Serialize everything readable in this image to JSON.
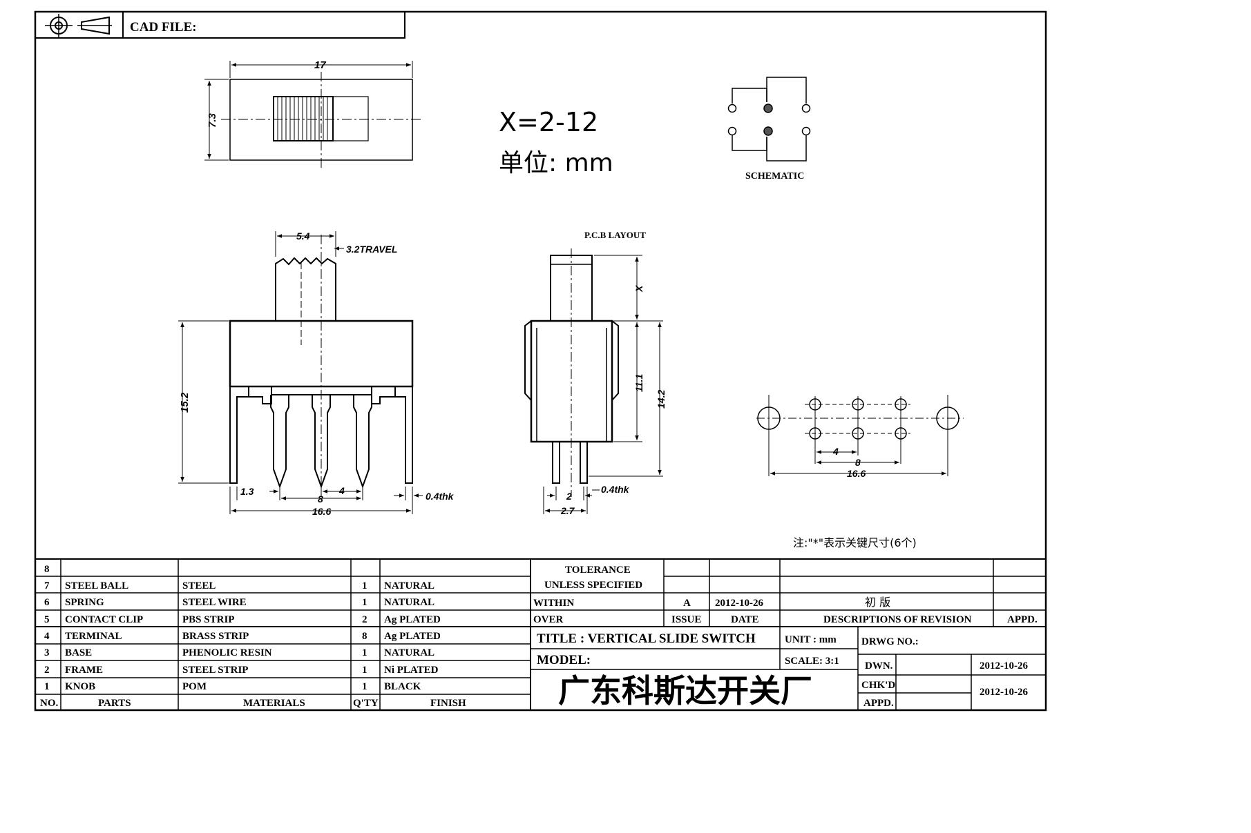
{
  "header": {
    "cad_label": "CAD FILE:"
  },
  "top_view": {
    "width_dim": "17",
    "height_dim": "7.3"
  },
  "spec": {
    "x_range": "X=2-12",
    "unit_note": "单位: mm"
  },
  "schematic": {
    "label": "SCHEMATIC"
  },
  "front_view": {
    "stroke_width": "5.4",
    "travel": "3.2TRAVEL",
    "height": "15.2",
    "pin_offset": "1.3",
    "pitch_2": "8",
    "pitch_1": "4",
    "thickness": "0.4thk",
    "overall_width": "16.6"
  },
  "side_view": {
    "title": "P.C.B LAYOUT",
    "x_dim": "X",
    "body_height": "11.1",
    "overall_height": "14.2",
    "pin_spacing": "2",
    "thickness": "0.4thk",
    "base_width": "2.7"
  },
  "pcb_layout": {
    "pitch_1": "4",
    "pitch_2": "8",
    "overall_width": "16.6"
  },
  "footnote": "注:\"*\"表示关键尺寸(6个)",
  "bom": {
    "header": {
      "no": "NO.",
      "parts": "PARTS",
      "materials": "MATERIALS",
      "qty": "Q'TY",
      "finish": "FINISH"
    },
    "rows": [
      {
        "no": "8",
        "part": "",
        "material": "",
        "qty": "",
        "finish": ""
      },
      {
        "no": "7",
        "part": "STEEL BALL",
        "material": "STEEL",
        "qty": "1",
        "finish": "NATURAL"
      },
      {
        "no": "6",
        "part": "SPRING",
        "material": "STEEL WIRE",
        "qty": "1",
        "finish": "NATURAL"
      },
      {
        "no": "5",
        "part": "CONTACT CLIP",
        "material": "PBS STRIP",
        "qty": "2",
        "finish": "Ag PLATED"
      },
      {
        "no": "4",
        "part": "TERMINAL",
        "material": "BRASS STRIP",
        "qty": "8",
        "finish": "Ag PLATED"
      },
      {
        "no": "3",
        "part": "BASE",
        "material": "PHENOLIC RESIN",
        "qty": "1",
        "finish": "NATURAL"
      },
      {
        "no": "2",
        "part": "FRAME",
        "material": "STEEL STRIP",
        "qty": "1",
        "finish": "Ni PLATED"
      },
      {
        "no": "1",
        "part": "KNOB",
        "material": "POM",
        "qty": "1",
        "finish": "BLACK"
      }
    ]
  },
  "tolerance": {
    "line1": "TOLERANCE",
    "line2": "UNLESS SPECIFIED",
    "within": "WITHIN",
    "over": "OVER"
  },
  "revision": {
    "issue": "A",
    "date": "2012-10-26",
    "description": "初 版",
    "issue_label": "ISSUE",
    "date_label": "DATE",
    "desc_label": "DESCRIPTIONS OF REVISION",
    "appd_label": "APPD."
  },
  "title_block": {
    "title": "TITLE : VERTICAL SLIDE SWITCH",
    "model": "MODEL:",
    "unit": "UNIT : mm",
    "scale": "SCALE: 3:1",
    "drwg_no": "DRWG NO.:",
    "dwn_label": "DWN.",
    "dwn_date": "2012-10-26",
    "chkd_label": "CHK'D",
    "chkd_date": "2012-10-26",
    "appd_label": "APPD.",
    "company": "广东科斯达开关厂"
  }
}
